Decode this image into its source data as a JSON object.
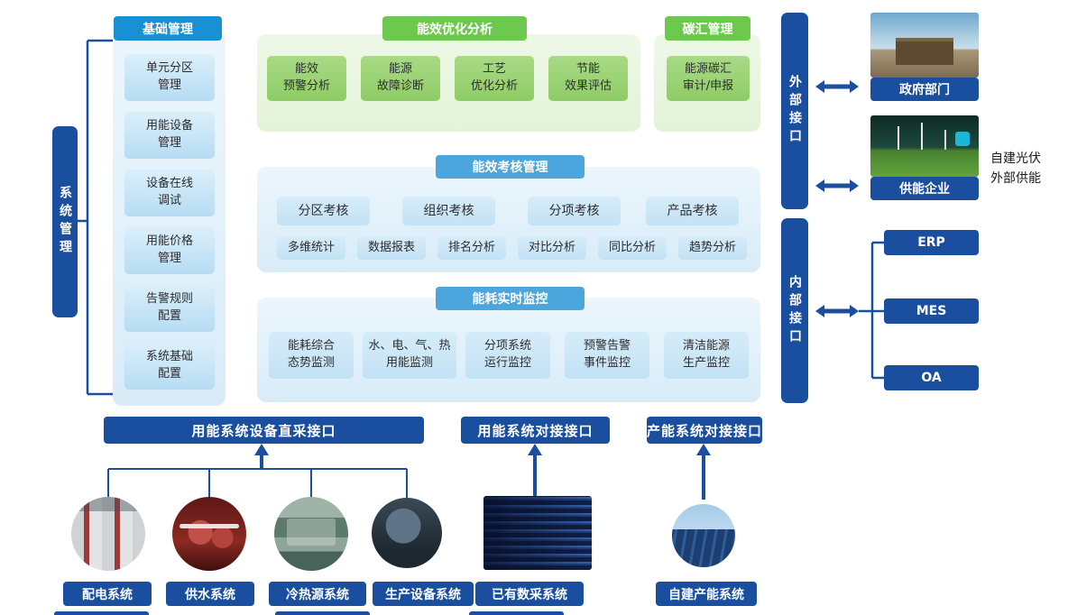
{
  "colors": {
    "navy": "#1a4e9e",
    "cyan_header": "#1791d3",
    "blue_header": "#4ba6de",
    "green_header": "#6cc94d"
  },
  "system_management": {
    "label": "系统管理"
  },
  "basic": {
    "header": "基础管理",
    "items": [
      "单元分区\n管理",
      "用能设备\n管理",
      "设备在线\n调试",
      "用能价格\n管理",
      "告警规则\n配置",
      "系统基础\n配置"
    ]
  },
  "efficiency_opt": {
    "header": "能效优化分析",
    "items": [
      "能效\n预警分析",
      "能源\n故障诊断",
      "工艺\n优化分析",
      "节能\n效果评估"
    ]
  },
  "carbon": {
    "header": "碳汇管理",
    "item": "能源碳汇\n审计/申报"
  },
  "assessment": {
    "header": "能效考核管理",
    "row1": [
      "分区考核",
      "组织考核",
      "分项考核",
      "产品考核"
    ],
    "row2": [
      "多维统计",
      "数据报表",
      "排名分析",
      "对比分析",
      "同比分析",
      "趋势分析"
    ]
  },
  "monitoring": {
    "header": "能耗实时监控",
    "items": [
      "能耗综合\n态势监测",
      "水、电、气、热\n用能监测",
      "分项系统\n运行监控",
      "预警告警\n事件监控",
      "清洁能源\n生产监控"
    ]
  },
  "external": {
    "label": "外部接口",
    "entities": [
      {
        "label": "政府部门"
      },
      {
        "label": "供能企业"
      }
    ],
    "note": "自建光伏\n外部供能"
  },
  "internal": {
    "label": "内部接口",
    "systems": [
      "ERP",
      "MES",
      "OA"
    ]
  },
  "bottom_interfaces": [
    "用能系统设备直采接口",
    "用能系统对接接口",
    "产能系统对接接口"
  ],
  "bottom_systems": [
    "配电系统",
    "供水系统",
    "冷热源系统",
    "生产设备系统",
    "已有数采系统",
    "自建产能系统"
  ]
}
